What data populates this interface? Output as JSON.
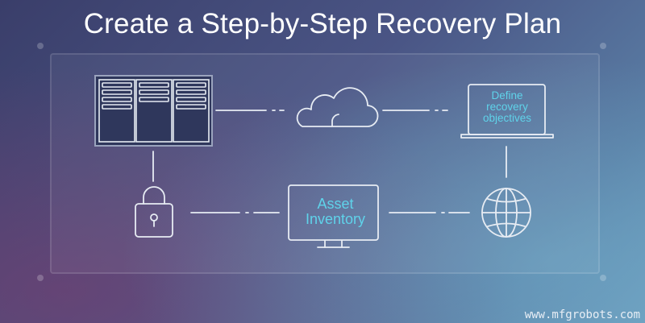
{
  "title": "Create a Step-by-Step Recovery Plan",
  "nodes": {
    "define": "Define recovery objectives",
    "asset": "Asset Inventory"
  },
  "watermark": "www.mfgrobots.com",
  "colors": {
    "label": "#5fd3ea",
    "line": "#e7ecf3"
  }
}
